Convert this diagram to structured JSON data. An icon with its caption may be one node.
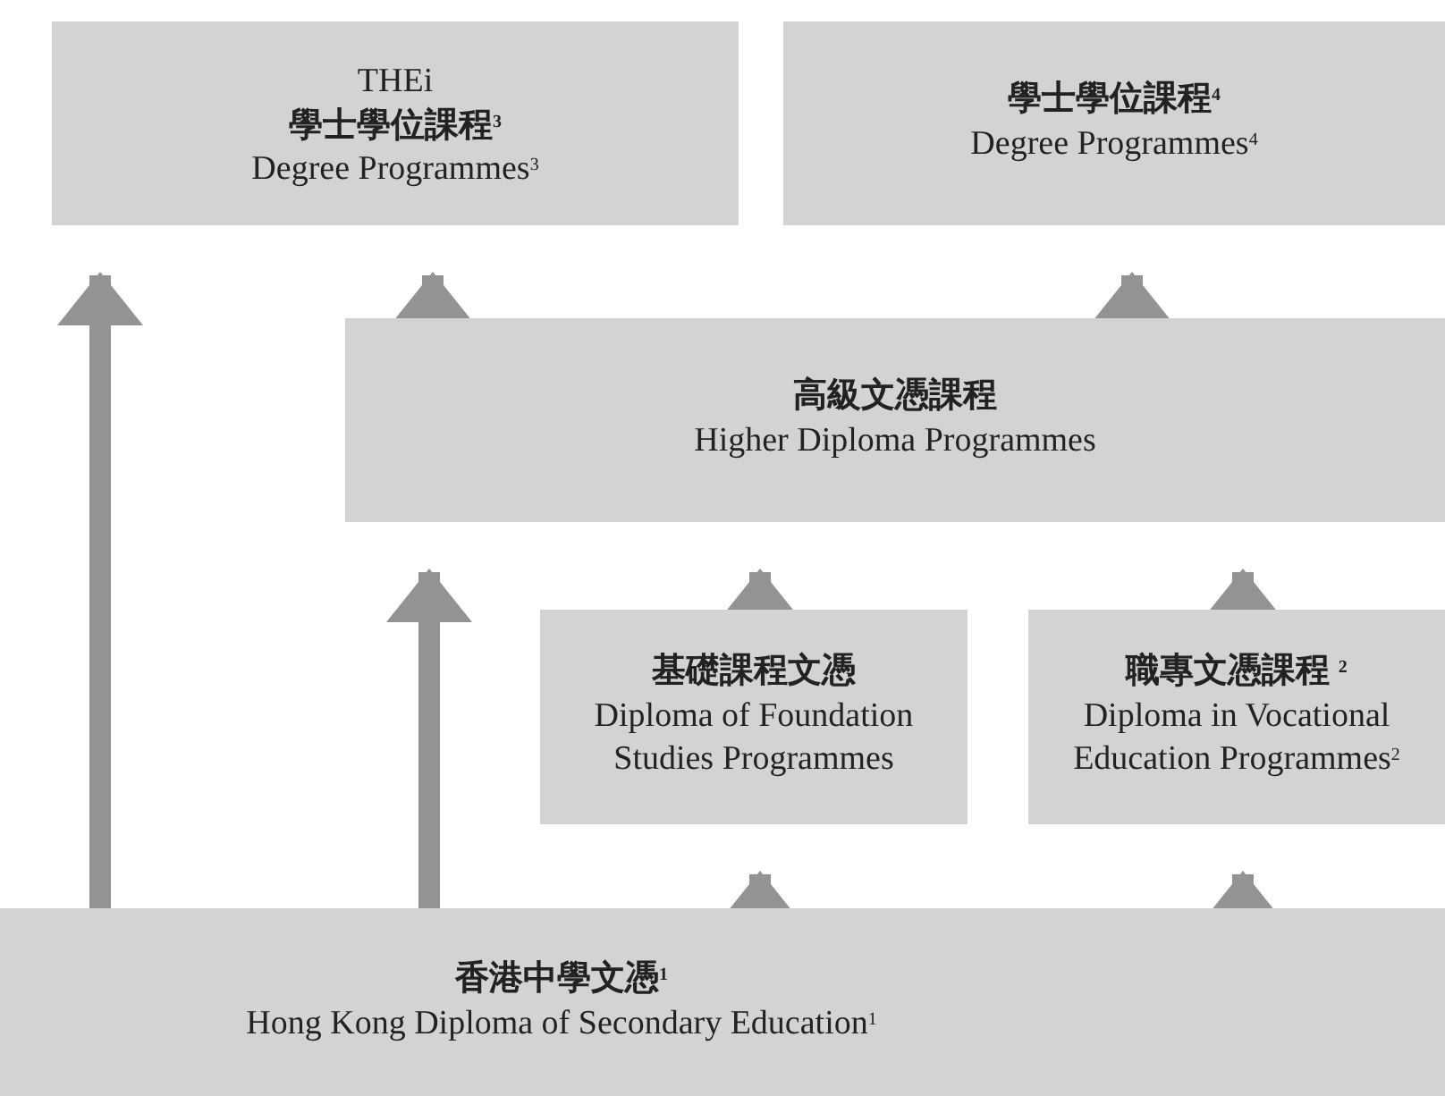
{
  "diagram": {
    "nodes": [
      {
        "text": [
          "THEi",
          "學士學位課程$^{3}$",
          "Degree Programmes$^{3}$"
        ]
      },
      {
        "text": [
          "學士學位課程$^{4}$",
          "Degree Programmes$^{4}$"
        ]
      },
      {
        "text": [
          "高級文憑課程",
          "Higher Diploma Programmes"
        ]
      },
      {
        "text": [
          "基礎課程文憑",
          "Diploma of Foundation Studies Programmes"
        ]
      },
      {
        "text": [
          "職專文憑課程 $^{2}$",
          "Diploma in Vocational Education Programmes$^{2}$"
        ]
      },
      {
        "text": [
          "香港中學文憑$^{1}$",
          "Hong Kong Diploma of Secondary Education$^{1}$"
        ]
      }
    ],
    "edges": [
      {
        "from": 5,
        "to": 0,
        "arrow": "to"
      },
      {
        "from": 2,
        "to": 0,
        "arrow": "to"
      },
      {
        "from": 2,
        "to": 1,
        "arrow": "to"
      },
      {
        "from": 5,
        "to": 2,
        "arrow": "to"
      },
      {
        "from": 3,
        "to": 2,
        "arrow": "to"
      },
      {
        "from": 4,
        "to": 2,
        "arrow": "to"
      },
      {
        "from": 5,
        "to": 3,
        "arrow": "to"
      },
      {
        "from": 5,
        "to": 4,
        "arrow": "to"
      }
    ]
  }
}
